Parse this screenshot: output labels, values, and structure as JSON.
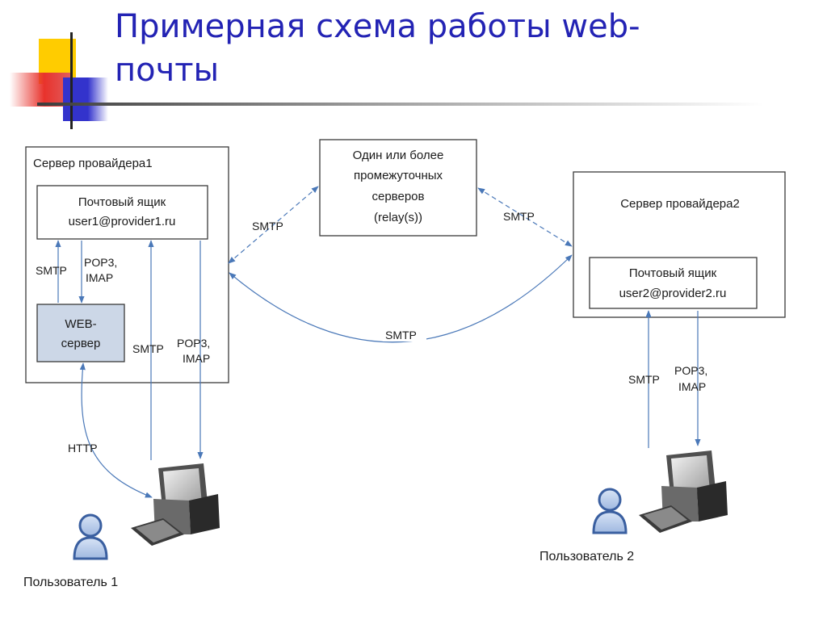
{
  "slide": {
    "title_line1": "Примерная схема работы web-",
    "title_line2": "почты"
  },
  "colors": {
    "title": "#2323b4",
    "deco_yellow": "#ffcc00",
    "deco_red": "#e8322c",
    "deco_blue": "#3333cc",
    "arrow": "#4a78b8",
    "web_server_fill": "#ccd7e7"
  },
  "diagram": {
    "provider1": {
      "title": "Сервер провайдера1",
      "mailbox_line1": "Почтовый ящик",
      "mailbox_line2": "user1@provider1.ru",
      "web_line1": "WEB-",
      "web_line2": "сервер"
    },
    "relay": {
      "line1": "Один или более",
      "line2": "промежуточных",
      "line3": "серверов",
      "line4": "(relay(s))"
    },
    "provider2": {
      "title": "Сервер провайдера2",
      "mailbox_line1": "Почтовый ящик",
      "mailbox_line2": "user2@provider2.ru"
    },
    "labels": {
      "smtp": "SMTP",
      "pop3": "POP3,",
      "imap": "IMAP",
      "http": "HTTP"
    },
    "users": {
      "user1": "Пользователь 1",
      "user2": "Пользователь 2"
    },
    "icons": [
      "computer-icon",
      "computer-icon",
      "user-icon",
      "user-icon"
    ]
  }
}
